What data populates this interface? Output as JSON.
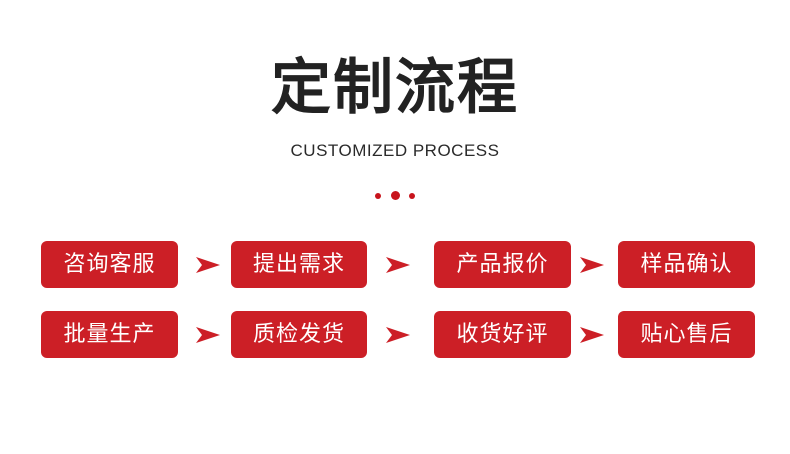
{
  "title": "定制流程",
  "subtitle": "CUSTOMIZED PROCESS",
  "accent_color": "#cc1f26",
  "arrow_icon": "right-arrow-icon",
  "rows": [
    {
      "steps": [
        "咨询客服",
        "提出需求",
        "产品报价",
        "样品确认"
      ]
    },
    {
      "steps": [
        "批量生产",
        "质检发货",
        "收货好评",
        "贴心售后"
      ]
    }
  ]
}
